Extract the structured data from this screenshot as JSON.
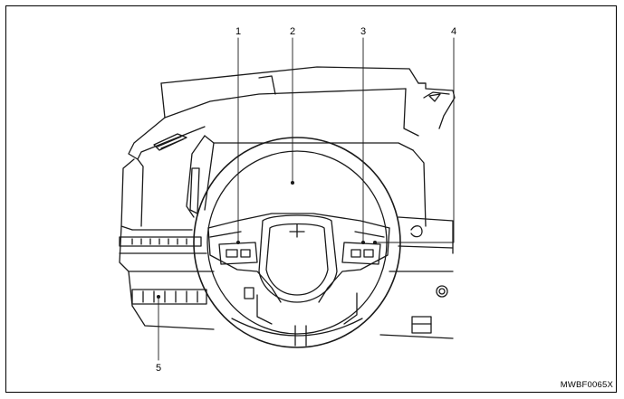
{
  "callouts": [
    {
      "id": "1",
      "label": "1"
    },
    {
      "id": "2",
      "label": "2"
    },
    {
      "id": "3",
      "label": "3"
    },
    {
      "id": "4",
      "label": "4"
    },
    {
      "id": "5",
      "label": "5"
    }
  ],
  "reference_code": "MWBF0065X",
  "colors": {
    "line": "#1a1a1a",
    "background": "#ffffff"
  }
}
